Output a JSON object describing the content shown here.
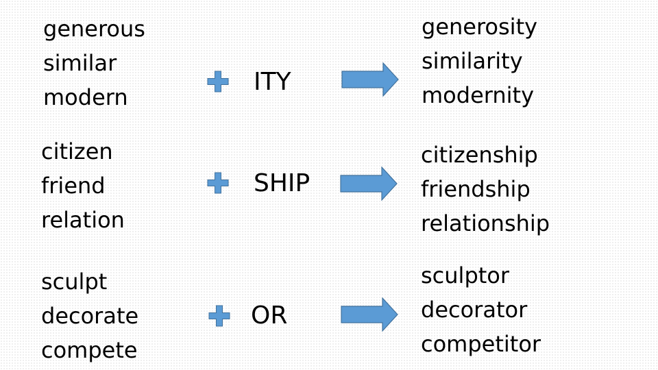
{
  "rows": [
    {
      "base_words": [
        "generous",
        "similar",
        "modern"
      ],
      "suffix": "ITY",
      "result_words": [
        "generosity",
        "similarity",
        "modernity"
      ]
    },
    {
      "base_words": [
        "citizen",
        "friend",
        "relation"
      ],
      "suffix": "SHIP",
      "result_words": [
        "citizenship",
        "friendship",
        "relationship"
      ]
    },
    {
      "base_words": [
        "sculpt",
        "decorate",
        "compete"
      ],
      "suffix": "OR",
      "result_words": [
        "sculptor",
        "decorator",
        "competitor"
      ]
    }
  ],
  "icons": {
    "plus": "plus-icon",
    "arrow": "arrow-right-icon"
  },
  "colors": {
    "shape_fill": "#5B9BD5",
    "shape_stroke": "#41719C",
    "text": "#000000"
  }
}
